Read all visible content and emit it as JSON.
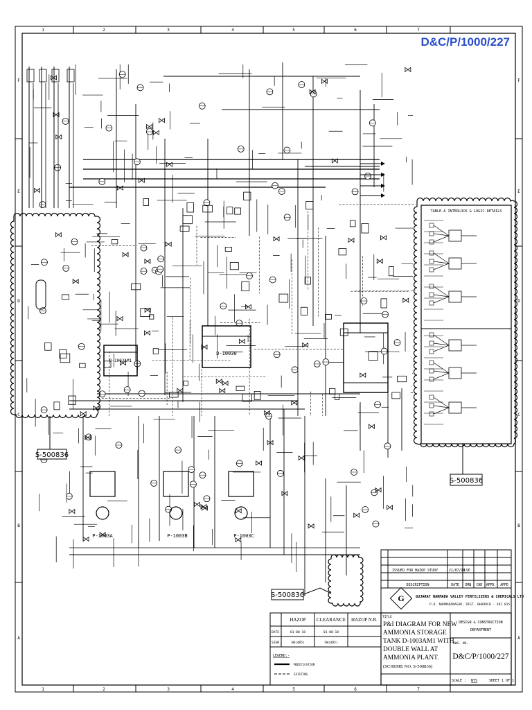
{
  "drawing_number_top": "D&C/P/1000/227",
  "grid": {
    "columns": [
      "1",
      "2",
      "3",
      "4",
      "5",
      "6",
      "7"
    ],
    "rows": [
      "F",
      "E",
      "D",
      "C",
      "B",
      "A"
    ]
  },
  "callouts": {
    "left": "S-500836",
    "right": "S-500836",
    "bottom": "S-500836"
  },
  "equipment": {
    "tank_main": "D-1003AM1",
    "vessel_center": "D-10030",
    "pumps": [
      "P-1003A",
      "P-1003B",
      "P-1003C"
    ]
  },
  "interlock_panel": {
    "title": "TABLE-A INTERLOCK & LOGIC DETAILS"
  },
  "revision": {
    "row_text": "ISSUED FOR HAZOP STUDY",
    "row_date": "21/07/18",
    "row_by": "LSP",
    "headers": [
      "DESCRIPTION",
      "DATE",
      "DRN",
      "CHD",
      "APPD.",
      "APPD"
    ]
  },
  "company": {
    "name": "GUJARAT NARMADA VALLEY FERTILIZERS & CHEMICALS LTD",
    "address": "P.O. NARMADANAGAR, DIST. BHARUCH - 392 015"
  },
  "hazop": {
    "headers": [
      "",
      "HAZOP",
      "CLEARANCE",
      "HAZOP N.R."
    ],
    "rows": [
      [
        "DATE",
        "01-08-18",
        "01-08-18",
        ""
      ],
      [
        "SIGN.",
        "SW(485)",
        "SW(485)",
        ""
      ]
    ],
    "legend_title": "LEGEND:-",
    "legend_items": [
      "MODIFICATION",
      "EXISTING"
    ]
  },
  "title_block": {
    "label": "TITLE",
    "lines": [
      "P&I DIAGRAM FOR NEW",
      "AMMONIA STORAGE",
      "TANK D-1003AM1 WITH",
      "DOUBLE WALL AT",
      "AMMONIA PLANT."
    ],
    "scheme": "(SCHEME NO. S-500836)",
    "department_lines": [
      "DESIGN & CONSTRUCTION",
      "DEPARTMENT"
    ],
    "dwg_label": "DWG. NO.",
    "dwg_number": "D&C/P/1000/227",
    "scale_label": "SCALE :",
    "scale_value": "NTS",
    "sheet_text": "SHEET 1 OF 1"
  }
}
